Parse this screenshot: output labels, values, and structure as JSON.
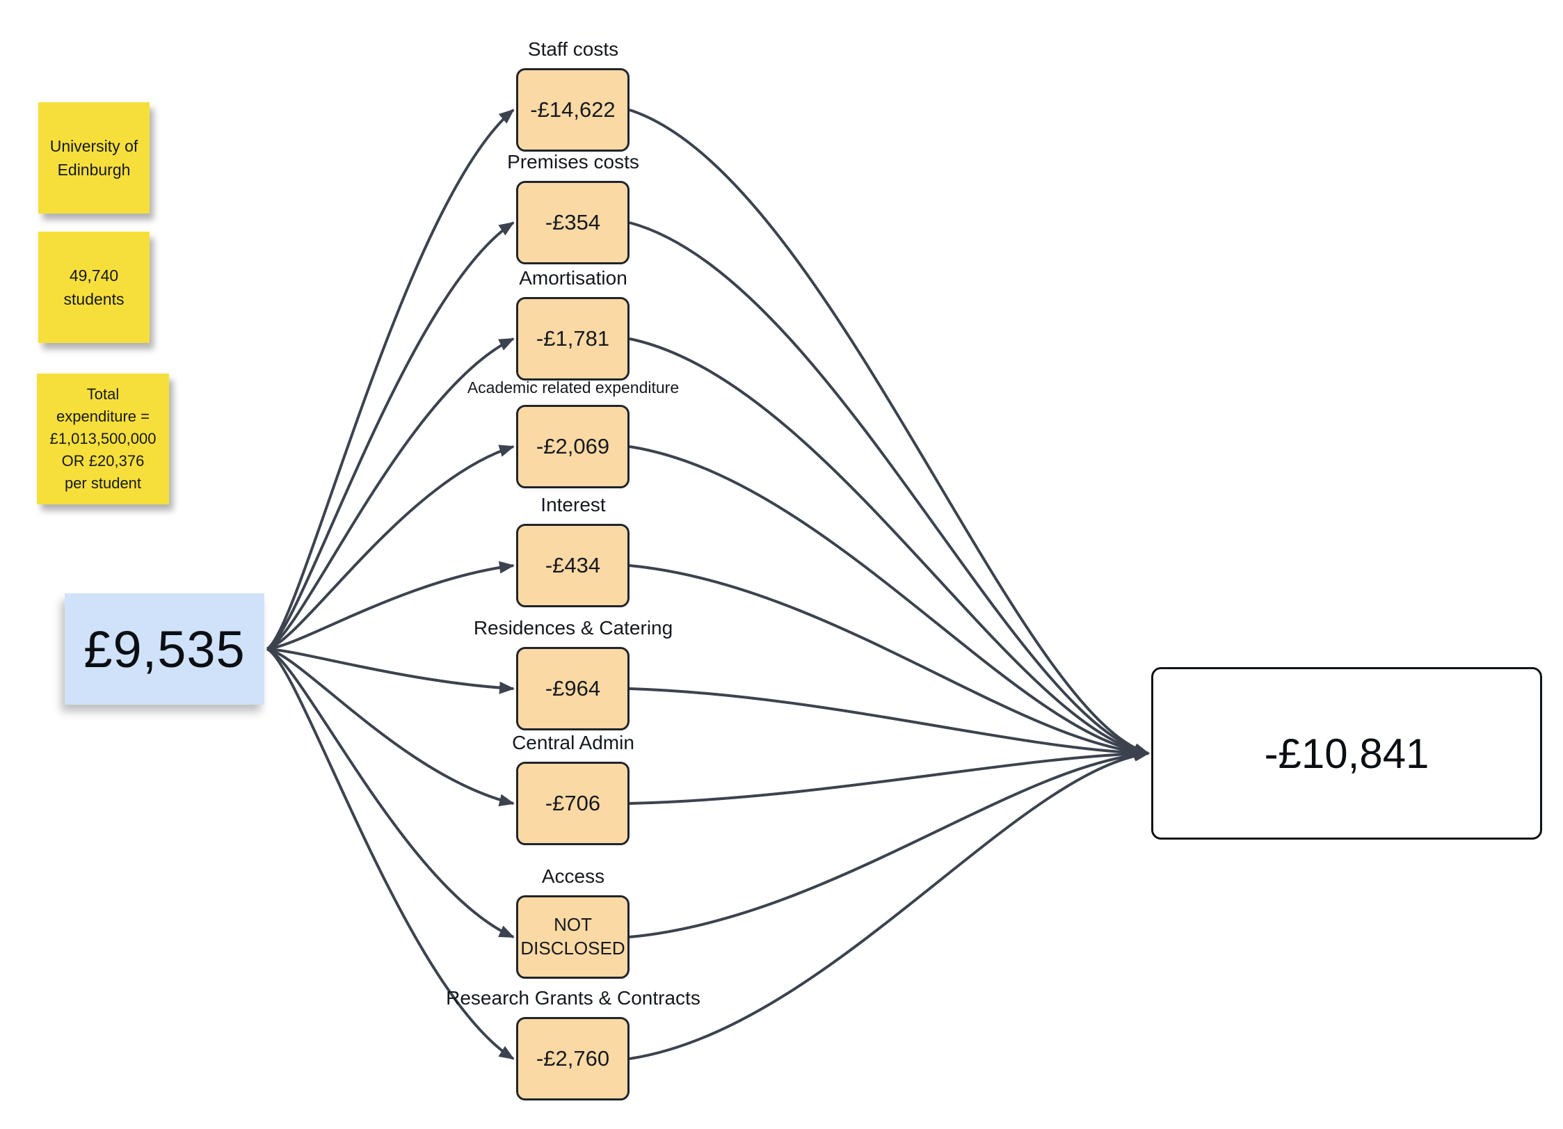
{
  "colors": {
    "sticky_yellow": "#F7DF3B",
    "source_blue": "#CFE2F9",
    "category_orange": "#FAD9A5",
    "arrow_slate": "#3C434E",
    "box_border_dark": "#20242B"
  },
  "stickies": [
    {
      "lines": [
        "University of",
        "Edinburgh"
      ]
    },
    {
      "lines": [
        "49,740",
        "students"
      ]
    },
    {
      "lines": [
        "Total",
        "expenditure =",
        "£1,013,500,000",
        "OR £20,376",
        "per student"
      ]
    }
  ],
  "source": {
    "value": "£9,535"
  },
  "categories": [
    {
      "label": "Staff costs",
      "value": "-£14,622"
    },
    {
      "label": "Premises costs",
      "value": "-£354"
    },
    {
      "label": "Amortisation",
      "value": "-£1,781"
    },
    {
      "label": "Academic related expenditure",
      "value": "-£2,069"
    },
    {
      "label": "Interest",
      "value": "-£434"
    },
    {
      "label": "Residences & Catering",
      "value": "-£964"
    },
    {
      "label": "Central Admin",
      "value": "-£706"
    },
    {
      "label": "Access",
      "value": "NOT DISCLOSED"
    },
    {
      "label": "Research Grants & Contracts",
      "value": "-£2,760"
    }
  ],
  "result": {
    "value": "-£10,841"
  }
}
